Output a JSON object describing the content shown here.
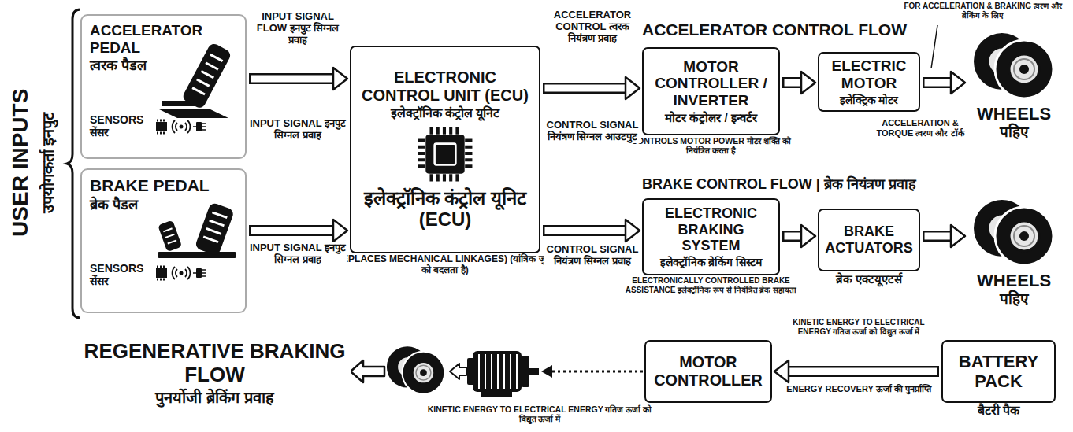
{
  "diagram": {
    "nodes": [
      {
        "text": [
          "ACCELERATOR PEDAL",
          "त्वरक पैडल",
          "SENSORS",
          "सेंसर"
        ]
      },
      {
        "text": [
          "BRAKE PEDAL",
          "ब्रेक पैडल",
          "SENSORS",
          "सेंसर"
        ]
      },
      {
        "text": [
          "ELECTRONIC CONTROL UNIT (ECU)",
          "इलेक्ट्रॉनिक कंट्रोल यूनिट",
          "इलेक्ट्रॉनिक कंट्रोल यूनिट (ECU)",
          "(REPLACES MECHANICAL LINKAGES) (यांत्रिक जुड़ाव को बदलता है)"
        ]
      },
      {
        "text": [
          "MOTOR CONTROLLER / INVERTER",
          "मोटर कंट्रोलर / इन्वर्टर",
          "CONTROLS MOTOR POWER मोटर शक्ति को नियंत्रित करता है"
        ]
      },
      {
        "text": [
          "ELECTRIC MOTOR",
          "इलेक्ट्रिक मोटर"
        ]
      },
      {
        "text": [
          "WHEELS",
          "पहिए"
        ]
      },
      {
        "text": [
          "ELECTRONIC BRAKING SYSTEM",
          "इलेक्ट्रॉनिक ब्रेकिंग सिस्टम",
          "ELECTRONICALLY CONTROLLED BRAKE ASSISTANCE इलेक्ट्रॉनिक रूप से नियंत्रित ब्रेक सहायता"
        ]
      },
      {
        "text": [
          "BRAKE ACTUATORS",
          "ब्रेक एक्टयूएटर्स"
        ]
      },
      {
        "text": [
          "WHEELS",
          "पहिए"
        ]
      },
      {
        "text": [
          "BATTERY PACK",
          "बैटरी पैक"
        ]
      },
      {
        "text": [
          "MOTOR CONTROLLER"
        ]
      }
    ],
    "edges": [
      {
        "from": 0,
        "to": 2,
        "arrow": "to",
        "label": "INPUT SIGNAL FLOW इनपुट सिग्नल प्रवाह"
      },
      {
        "from": 1,
        "to": 2,
        "arrow": "to",
        "label": "INPUT SIGNAL इनपुट सिग्नल प्रवाह"
      },
      {
        "from": 2,
        "to": 3,
        "arrow": "to",
        "label": "ACCELERATOR CONTROL त्वरक नियंत्रण प्रवाह"
      },
      {
        "from": 3,
        "to": 4,
        "arrow": "to"
      },
      {
        "from": 4,
        "to": 5,
        "arrow": "to",
        "label": "FOR ACCELERATION & BRAKING त्वरण और ब्रेकिंग के लिए"
      },
      {
        "from": 2,
        "to": 6,
        "arrow": "to",
        "label": "CONTROL SIGNAL नियंत्रण सिग्नल प्रवाह"
      },
      {
        "from": 6,
        "to": 7,
        "arrow": "to"
      },
      {
        "from": 7,
        "to": 8,
        "arrow": "to"
      },
      {
        "from": 9,
        "to": 10,
        "arrow": "to",
        "label": "KINETIC ENERGY TO ELECTRICAL ENERGY गतिज ऊर्जा को विद्युत ऊर्जा में"
      }
    ],
    "labels": [
      "USER INPUTS",
      "उपयोगकर्ता इनपुट",
      "INPUT SIGNAL इनपुट सिग्नल प्रवाह",
      "ACCELERATOR CONTROL FLOW",
      "CONTROL SIGNAL नियंत्रण सिग्नल आउटपुट",
      "BRAKE CONTROL FLOW | ब्रेक नियंत्रण प्रवाह",
      "ACCELERATION & TORQUE त्वरण और टॉर्क",
      "ENERGY RECOVERY ऊर्जा की पुनर्प्राप्ति",
      "KINETIC ENERGY TO ELECTRICAL ENERGY गतिज ऊर्जा को विद्युत ऊर्जा में",
      "REGENERATIVE BRAKING FLOW",
      "पुनर्योजी ब्रेकिंग प्रवाह"
    ]
  }
}
